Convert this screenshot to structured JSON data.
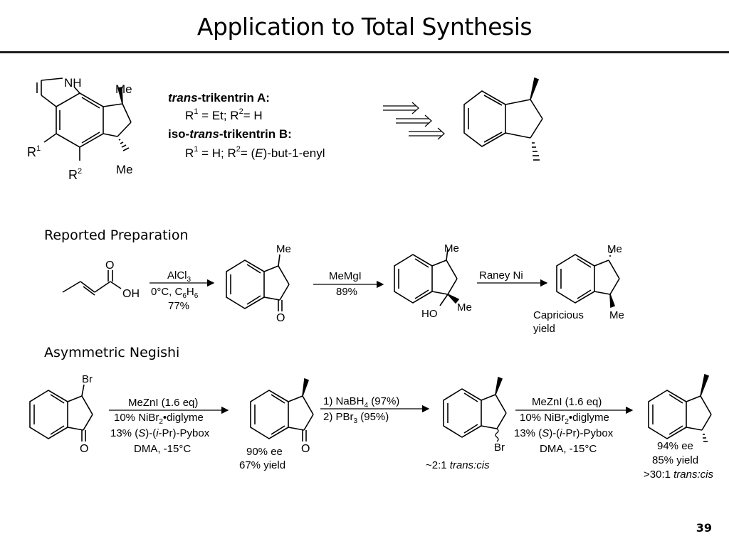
{
  "slide": {
    "title": "Application to Total Synthesis",
    "page_number": "39"
  },
  "target": {
    "substituents": {
      "nh": "NH",
      "me_top": "Me",
      "me_bottom": "Me",
      "r1": "R",
      "r1_sup": "1",
      "r2": "R",
      "r2_sup": "2"
    },
    "compound_a": {
      "name_italic": "trans",
      "name_rest": "-trikentrin A:",
      "line": [
        "R",
        "1",
        " = Et; R",
        "2",
        "= H"
      ]
    },
    "compound_b": {
      "name_prefix": "iso-",
      "name_italic": "trans",
      "name_rest": "-trikentrin B:",
      "line": [
        "R",
        "1",
        " = H;  R",
        "2",
        "= (",
        "E",
        ")-but-1-enyl"
      ]
    }
  },
  "reported": {
    "heading": "Reported Preparation",
    "acid_labels": {
      "carbonyl_o": "O",
      "oh": "OH"
    },
    "step1": {
      "reagent": "AlCl",
      "reagent_sub": "3",
      "cond_a": "0°C, C",
      "cond_a_sub1": "6",
      "cond_a_mid": "H",
      "cond_a_sub2": "6",
      "yield": "77%"
    },
    "indanone_labels": {
      "me": "Me",
      "o": "O"
    },
    "step2": {
      "reagent": "MeMgI",
      "yield": "89%"
    },
    "alcohol_labels": {
      "me_top": "Me",
      "ho": "HO",
      "me": "Me"
    },
    "step3": {
      "reagent": "Raney Ni",
      "note_line1": "Capricious",
      "note_line2": "yield"
    },
    "product_labels": {
      "me_top": "Me",
      "me_bottom": "Me"
    }
  },
  "negishi": {
    "heading": "Asymmetric Negishi",
    "sm_labels": {
      "br": "Br",
      "o": "O"
    },
    "step1": {
      "line1": "MeZnI (1.6 eq)",
      "line2a": "10% NiBr",
      "line2_sub": "2",
      "line2b": "•diglyme",
      "line3a": "13% (",
      "line3_s": "S",
      "line3b": ")-(",
      "line3_i": "i",
      "line3c": "-Pr)-Pybox",
      "line4": "DMA, -15°C"
    },
    "int1": {
      "o": "O",
      "ee": "90% ee",
      "yield": "67% yield"
    },
    "step2": {
      "line1a": "1) NaBH",
      "line1_sub": "4",
      "line1b": " (97%)",
      "line2": "2) PBr",
      "line2_sub": "3",
      "line2b": " (95%)"
    },
    "int2": {
      "br": "Br",
      "ratio_a": "~2:1 ",
      "ratio_b": "trans:cis"
    },
    "step3": {
      "line1": "MeZnI (1.6 eq)",
      "line2a": "10% NiBr",
      "line2_sub": "2",
      "line2b": "•diglyme",
      "line3a": "13% (",
      "line3_s": "S",
      "line3b": ")-(",
      "line3_i": "i",
      "line3c": "-Pr)-Pybox",
      "line4": "DMA, -15°C"
    },
    "product": {
      "ee": "94% ee",
      "yield": "85% yield",
      "ratio_a": ">30:1 ",
      "ratio_b": "trans:cis"
    }
  }
}
